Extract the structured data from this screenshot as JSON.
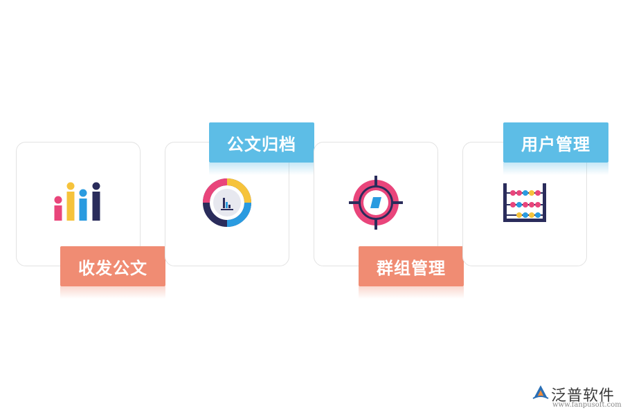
{
  "features": [
    {
      "label": "收发公文",
      "icon": "bar-chart-icon",
      "color": "#f08c73"
    },
    {
      "label": "公文归档",
      "icon": "pie-chart-icon",
      "color": "#5dbde6"
    },
    {
      "label": "群组管理",
      "icon": "target-icon",
      "color": "#f08c73"
    },
    {
      "label": "用户管理",
      "icon": "abacus-icon",
      "color": "#5dbde6"
    }
  ],
  "brand": {
    "name": "泛普软件",
    "url": "www.fanpusoft.com"
  }
}
